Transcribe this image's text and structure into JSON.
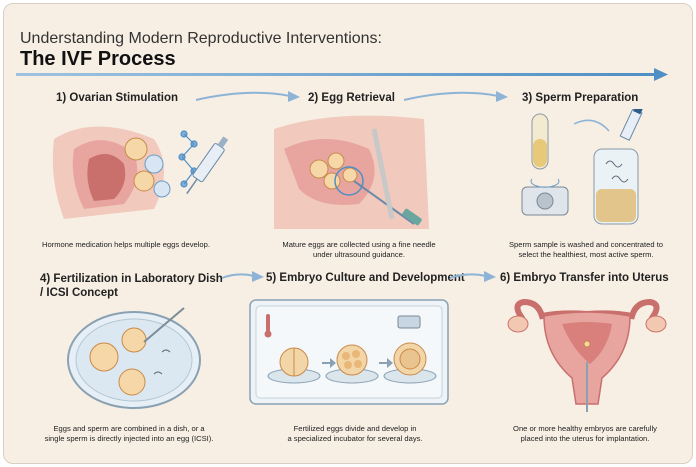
{
  "header": {
    "title_line1": "Understanding Modern Reproductive Interventions:",
    "title_line2": "The IVF Process"
  },
  "steps": [
    {
      "title": "1) Ovarian Stimulation",
      "caption": "Hormone medication helps multiple eggs develop."
    },
    {
      "title": "2) Egg Retrieval",
      "caption_line1": "Mature eggs are collected using a fine needle",
      "caption_line2": "under ultrasound guidance."
    },
    {
      "title": "3) Sperm Preparation",
      "caption_line1": "Sperm sample is washed and concentrated to",
      "caption_line2": "select the healthiest, most active sperm."
    },
    {
      "title_line1": "4) Fertilization in Laboratory Dish",
      "title_line2": "/ ICSI Concept",
      "caption_line1": "Eggs and sperm are combined in a dish, or a",
      "caption_line2": "single sperm is directly injected into an egg (ICSI)."
    },
    {
      "title": "5) Embryo Culture and Development",
      "caption_line1": "Fertilized eggs divide and develop in",
      "caption_line2": "a specialized incubator for several days."
    },
    {
      "title": "6) Embryo Transfer into Uterus",
      "caption_line1": "One or more healthy embryos are carefully",
      "caption_line2": "placed into the uterus for implantation."
    }
  ],
  "colors": {
    "background": "#f7efe4",
    "accent_blue": "#6b9dc7",
    "tissue_pink": "#e8a5a0",
    "tissue_dark": "#c96f6c",
    "egg_orange": "#e9a55a"
  },
  "icons": [
    "flow-arrow-icon",
    "ovary-illustration",
    "ultrasound-needle-illustration",
    "centrifuge-illustration",
    "test-tube-illustration",
    "petri-dish-illustration",
    "incubator-illustration",
    "thermometer-icon",
    "uterus-illustration"
  ]
}
